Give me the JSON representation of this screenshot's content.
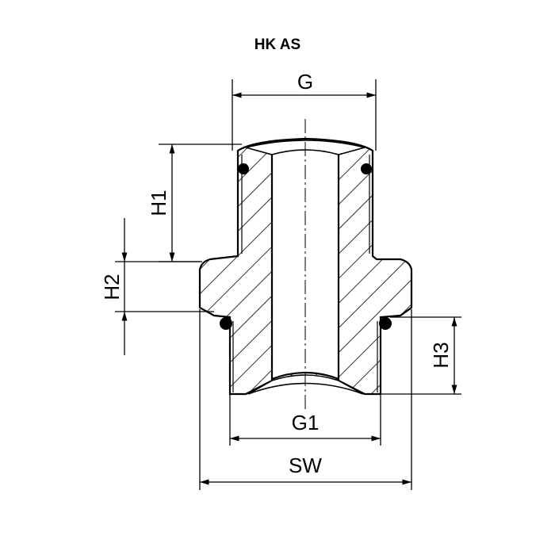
{
  "title": "HK AS",
  "dimensions": {
    "g": "G",
    "h1": "H1",
    "h2": "H2",
    "h3": "H3",
    "g1": "G1",
    "sw": "SW"
  },
  "colors": {
    "line": "#000000",
    "background": "#ffffff"
  }
}
